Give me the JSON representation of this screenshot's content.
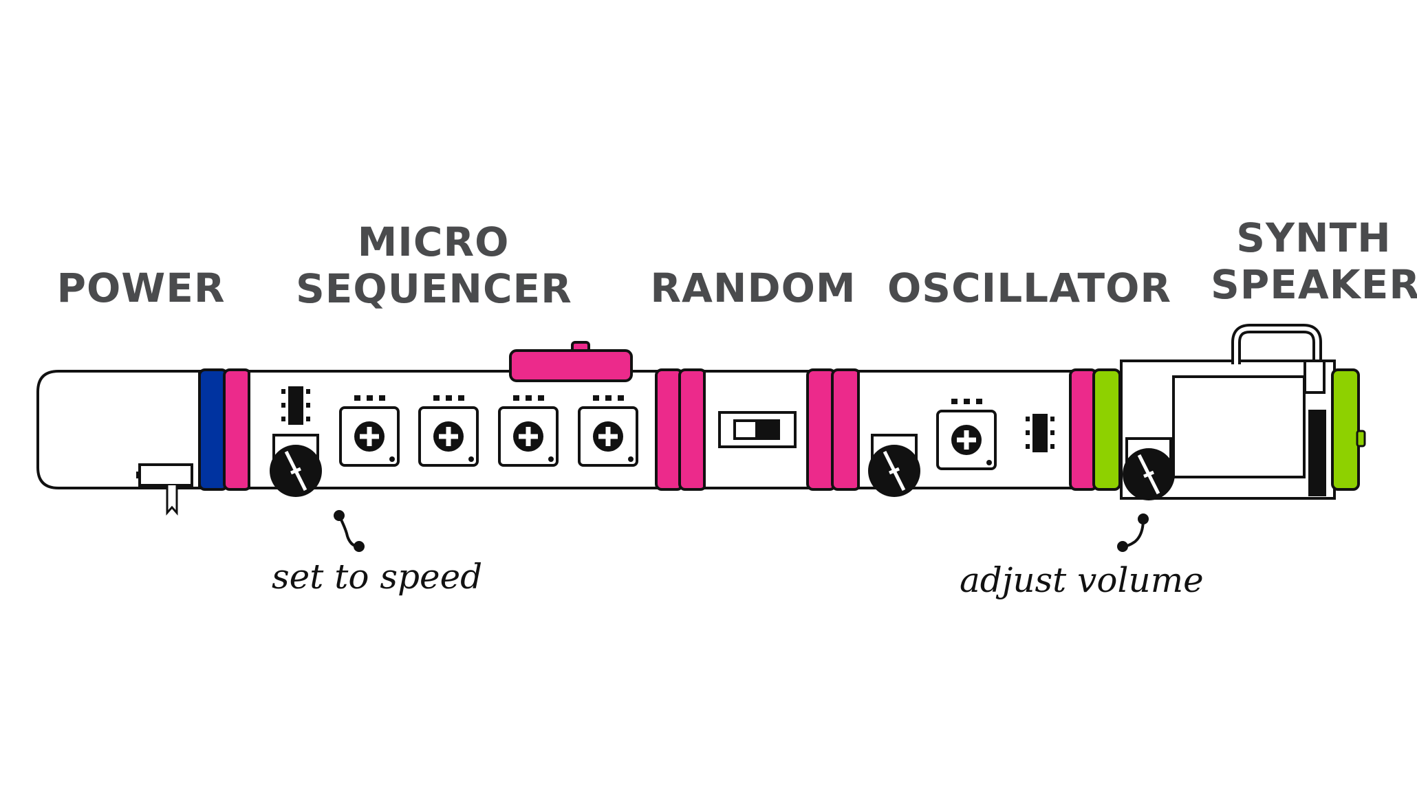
{
  "modules": [
    {
      "id": "power",
      "lines": [
        "POWER"
      ]
    },
    {
      "id": "micro-sequencer",
      "lines": [
        "MICRO",
        "SEQUENCER"
      ]
    },
    {
      "id": "random",
      "lines": [
        "RANDOM"
      ]
    },
    {
      "id": "oscillator",
      "lines": [
        "OSCILLATOR"
      ]
    },
    {
      "id": "synth-speaker",
      "lines": [
        "SYNTH",
        "SPEAKER"
      ]
    }
  ],
  "annotations": {
    "speed": "set to speed",
    "volume": "adjust volume"
  },
  "colors": {
    "power_connector": "#0033a0",
    "bit_connector": "#ec2a8b",
    "output_connector": "#8ed100",
    "label_text": "#4a4b4d",
    "outline": "#111111"
  }
}
